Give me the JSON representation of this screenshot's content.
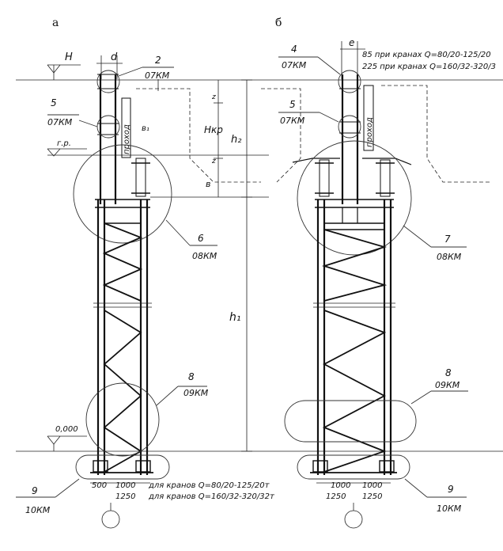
{
  "panels": {
    "a": {
      "label": "а",
      "H_mark": "H",
      "d_mark": "d",
      "gr_mark": "г.р.",
      "zero_mark": "0,000",
      "prohod": "проход",
      "b1": "в₁",
      "z_top": "z",
      "z_bottom": "z",
      "H_kr": "Hкр",
      "b": "в",
      "h2": "h₂",
      "h1": "h₁",
      "callouts": [
        {
          "num": "2",
          "ref": "07КМ"
        },
        {
          "num": "5",
          "ref": "07КМ"
        },
        {
          "num": "6",
          "ref": "08КМ"
        },
        {
          "num": "8",
          "ref": "09КМ"
        },
        {
          "num": "9",
          "ref": "10КМ"
        }
      ],
      "dims": [
        "500",
        "1000",
        "1250"
      ]
    },
    "b": {
      "label": "б",
      "e_mark": "e",
      "prohod": "проход",
      "note_1": "85 при кранах Q=80/20-125/20",
      "note_2": "225 при кранах Q=160/32-320/3",
      "callouts": [
        {
          "num": "4",
          "ref": "07КМ"
        },
        {
          "num": "5",
          "ref": "07КМ"
        },
        {
          "num": "7",
          "ref": "08КМ"
        },
        {
          "num": "8",
          "ref": "09КМ"
        },
        {
          "num": "9",
          "ref": "10КМ"
        }
      ],
      "dims": [
        "1000",
        "1000",
        "1250",
        "1250"
      ]
    }
  },
  "bottom_notes": {
    "line1": "для кранов Q=80/20-125/20т",
    "line2": "для кранов Q=160/32-320/32т"
  }
}
